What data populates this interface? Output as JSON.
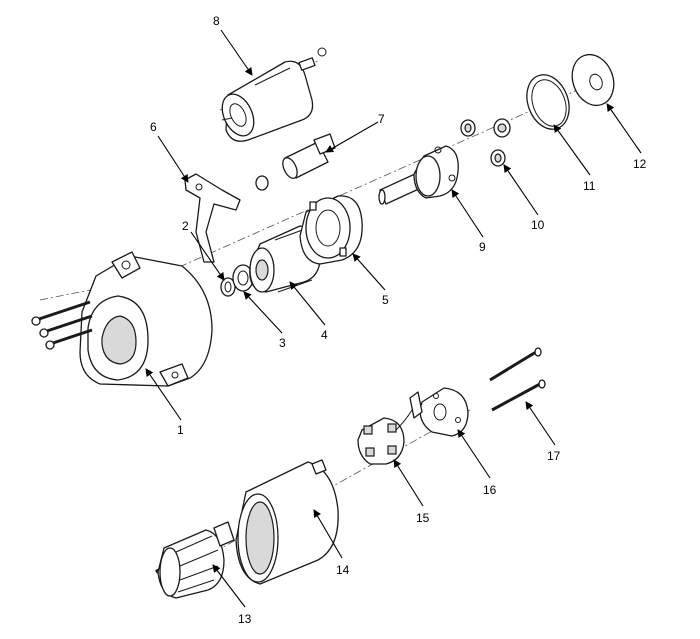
{
  "callouts": [
    {
      "id": "c1",
      "label": "1"
    },
    {
      "id": "c2",
      "label": "2"
    },
    {
      "id": "c3",
      "label": "3"
    },
    {
      "id": "c4",
      "label": "4"
    },
    {
      "id": "c5",
      "label": "5"
    },
    {
      "id": "c6",
      "label": "6"
    },
    {
      "id": "c7",
      "label": "7"
    },
    {
      "id": "c8",
      "label": "8"
    },
    {
      "id": "c9",
      "label": "9"
    },
    {
      "id": "c10",
      "label": "10"
    },
    {
      "id": "c11",
      "label": "11"
    },
    {
      "id": "c12",
      "label": "12"
    },
    {
      "id": "c13",
      "label": "13"
    },
    {
      "id": "c14",
      "label": "14"
    },
    {
      "id": "c15",
      "label": "15"
    },
    {
      "id": "c16",
      "label": "16"
    },
    {
      "id": "c17",
      "label": "17"
    }
  ],
  "colors": {
    "line": "#1a1a1a",
    "shade": "#d9d9d9",
    "background": "#ffffff"
  }
}
